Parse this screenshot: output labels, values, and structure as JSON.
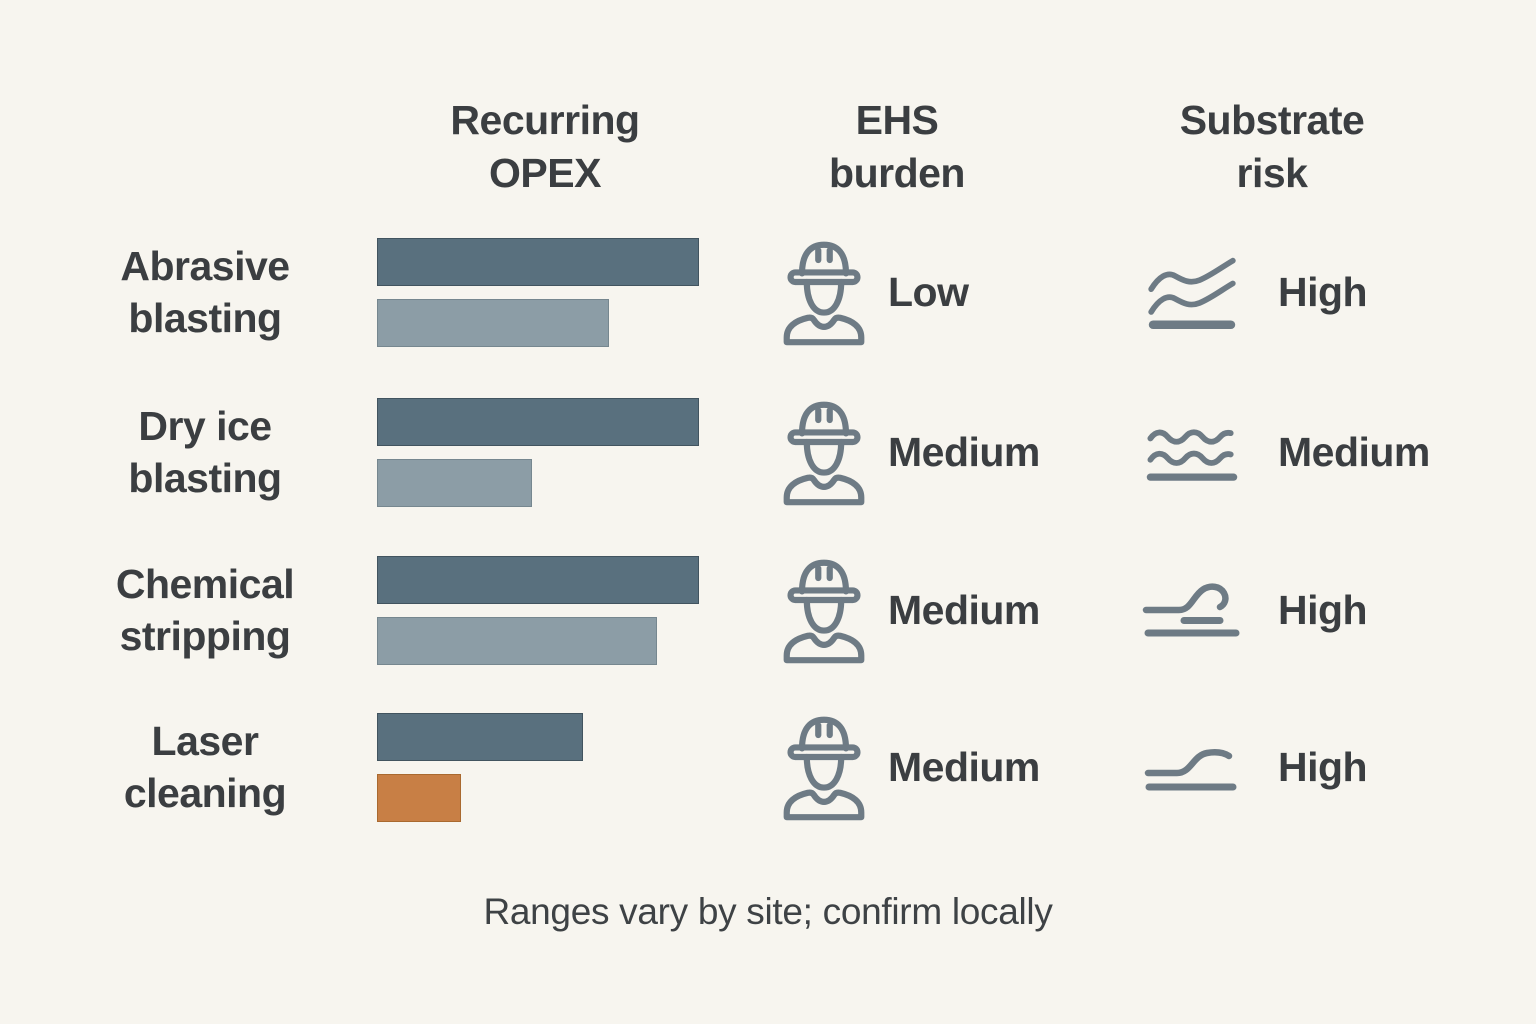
{
  "headers": {
    "opex": {
      "line1": "Recurring",
      "line2": "OPEX"
    },
    "ehs": {
      "line1": "EHS",
      "line2": "burden"
    },
    "substrate": {
      "line1": "Substrate",
      "line2": "risk"
    }
  },
  "rows": [
    {
      "label_line1": "Abrasive",
      "label_line2": "blasting",
      "opex_high_pct": 100,
      "opex_low_pct": 72,
      "low_bar_style": "light",
      "ehs_level": "Low",
      "substrate_level": "High",
      "substrate_icon": "surface-wavy-rising-icon"
    },
    {
      "label_line1": "Dry ice",
      "label_line2": "blasting",
      "opex_high_pct": 100,
      "opex_low_pct": 48,
      "low_bar_style": "light",
      "ehs_level": "Medium",
      "substrate_level": "Medium",
      "substrate_icon": "surface-double-wave-icon"
    },
    {
      "label_line1": "Chemical",
      "label_line2": "stripping",
      "opex_high_pct": 100,
      "opex_low_pct": 87,
      "low_bar_style": "light",
      "ehs_level": "Medium",
      "substrate_level": "High",
      "substrate_icon": "surface-crest-icon"
    },
    {
      "label_line1": "Laser",
      "label_line2": "cleaning",
      "opex_high_pct": 64,
      "opex_low_pct": 26,
      "low_bar_style": "accent",
      "ehs_level": "Medium",
      "substrate_level": "High",
      "substrate_icon": "surface-step-icon"
    }
  ],
  "footer": "Ranges vary by site; confirm locally",
  "colors": {
    "background": "#f7f5ef",
    "bar_dark": "#59707e",
    "bar_light": "#8c9da6",
    "bar_accent_orange": "#c87f45",
    "bar_dark_border": "#42545f",
    "bar_light_border": "#76878f",
    "bar_accent_border": "#a9692f",
    "icon_stroke": "#6e7b85",
    "text": "#3b3e41"
  },
  "chart_data": {
    "type": "bar",
    "orientation": "horizontal",
    "categories": [
      "Abrasive blasting",
      "Dry ice blasting",
      "Chemical stripping",
      "Laser cleaning"
    ],
    "series": [
      {
        "name": "Recurring OPEX high estimate",
        "values": [
          100,
          100,
          100,
          64
        ]
      },
      {
        "name": "Recurring OPEX low estimate",
        "values": [
          72,
          48,
          87,
          26
        ]
      }
    ],
    "xlim": [
      0,
      100
    ],
    "value_units": "relative index (no axis labels shown)",
    "grid": false,
    "legend": false,
    "column_headers": [
      "Recurring OPEX",
      "EHS burden",
      "Substrate risk"
    ],
    "columns": {
      "ehs_burden": [
        "Low",
        "Medium",
        "Medium",
        "Medium"
      ],
      "substrate_risk": [
        "High",
        "Medium",
        "High",
        "High"
      ]
    },
    "caption": "Ranges vary by site; confirm locally"
  }
}
